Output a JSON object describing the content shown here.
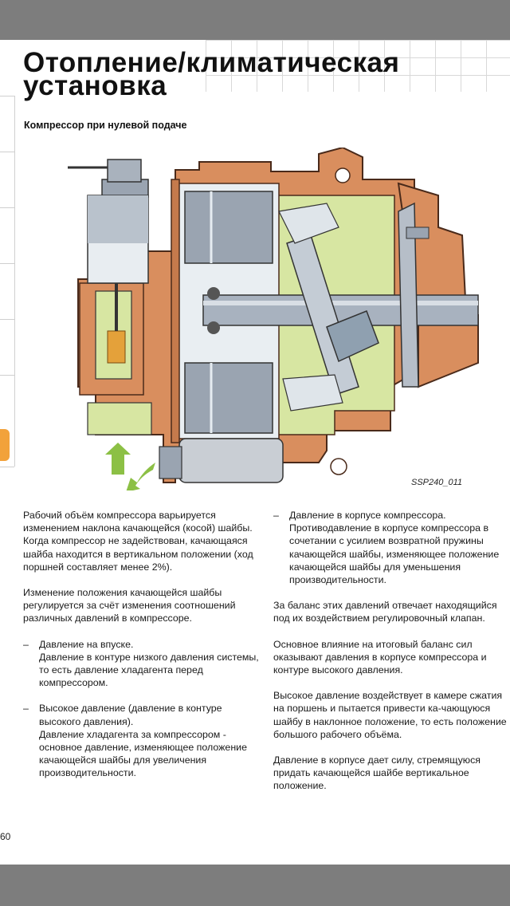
{
  "document": {
    "title_line1": "Отопление/климатическая",
    "title_line2": "установка",
    "subtitle": "Компрессор при нулевой подаче",
    "figure_caption": "SSP240_011",
    "page_number": "60"
  },
  "column1": {
    "p1": "Рабочий объём компрессора варьируется изменением наклона качающейся (косой) шайбы. Когда компрессор не задействован, качающаяся шайба находится в вертикальном положении (ход поршней составляет менее 2%).",
    "p2": "Изменение положения качающейся шайбы регулируется за счёт изменения соотношений различных давлений в компрессоре.",
    "item1_head": "Давление на впуске.",
    "item1_body": "Давление в контуре низкого давления системы, то есть давление хладагента перед компрессором.",
    "item2_head": "Высокое давление (давление в контуре высокого давления).",
    "item2_body": "Давление хладагента за компрессором - основное давление, изменяющее положение качающейся шайбы для увеличения производительности."
  },
  "column2": {
    "item3_head": "Давление в корпусе компрессора.",
    "item3_body": "Противодавление в корпусе компрессора в сочетании с усилием возвратной пружины качающейся шайбы, изменяющее положение качающейся шайбы для уменьшения производительности.",
    "p3": "За баланс этих давлений отвечает находящийся под их воздействием регулировочный клапан.",
    "p4": "Основное влияние на итоговый баланс сил оказывают давления в корпусе компрессора и контуре высокого давления.",
    "p5": "Высокое давление воздействует в камере сжатия на поршень и пытается привести ка-чающуюся шайбу в наклонное положение, то есть положение большого рабочего объёма.",
    "p6": "Давление в корпусе дает силу, стремящуюся придать качающейся шайбе вертикальное положение."
  },
  "list_marker": "–",
  "colors": {
    "housing": "#d98e5e",
    "housing_dark": "#b86a3c",
    "green_fill": "#d7e6a2",
    "arrow_green": "#8cc045",
    "steel": "#9aa4b1",
    "tab_accent": "#f2a23a"
  }
}
